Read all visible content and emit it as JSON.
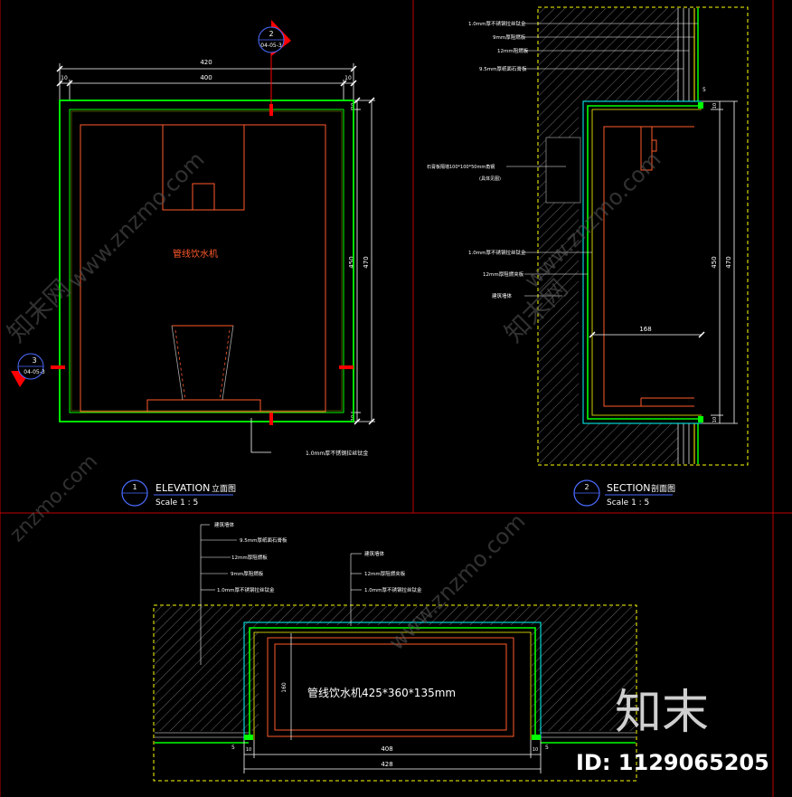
{
  "elevation": {
    "title": "ELEVATION",
    "title_cn": "立面图",
    "scale": "Scale 1 : 5",
    "badge": "1",
    "dim_overall": "420",
    "dim_inner": "400",
    "dim_left": "10",
    "dim_right": "10",
    "dim_h_inner": "450",
    "dim_h_outer": "470",
    "dim_top_small": "10",
    "dim_bottom_small": "10",
    "device_label": "管线饮水机",
    "note_bottom": "1.0mm厚不锈钢拉丝钛金",
    "callout_top": {
      "num": "2",
      "ref": "04-05-3"
    },
    "callout_left": {
      "num": "3",
      "ref": "04-05-3"
    }
  },
  "section": {
    "title": "SECTION",
    "title_cn": "剖面图",
    "scale": "Scale 1 : 5",
    "badge": "2",
    "notes_top": [
      "1.0mm厚不锈钢拉丝钛金",
      "9mm厚阻燃板",
      "12mm阻燃板",
      "9.5mm厚纸面石膏板"
    ],
    "note_mid": "石膏板隔墙100*100*50mm角钢",
    "note_mid2": "(具体见图)",
    "notes_low": [
      "1.0mm厚不锈钢拉丝钛金",
      "12mm厚阻燃夹板",
      "建筑墙体"
    ],
    "dim_width": "168",
    "dim_h_inner": "450",
    "dim_h_outer": "470",
    "dim_top": "10",
    "dim_bottom": "10",
    "dim_5": "5"
  },
  "plan": {
    "notes_left": [
      "建筑墙体",
      "9.5mm厚纸面石膏板",
      "12mm厚阻燃板",
      "9mm厚阻燃板",
      "1.0mm厚不锈钢拉丝钛金"
    ],
    "notes_right": [
      "建筑墙体",
      "12mm厚阻燃夹板",
      "1.0mm厚不锈钢拉丝钛金"
    ],
    "device_label": "管线饮水机425*360*135mm",
    "dim_inner": "408",
    "dim_overall": "428",
    "dim_left": "10",
    "dim_right": "10",
    "dim_5a": "5",
    "dim_5b": "5",
    "dim_depth": "160"
  },
  "watermarks": [
    "www.znzmo.com",
    "znzmo.com",
    "知末网"
  ],
  "brand": {
    "logo": "知末",
    "id": "ID: 1129065205"
  },
  "colors": {
    "background": "#000000",
    "frame_red": "#c00000",
    "green": "#00ff00",
    "orange": "#ff5a2a",
    "yellow": "#ffff00",
    "white": "#ffffff",
    "blue": "#4a6cff",
    "grey": "#777777"
  }
}
